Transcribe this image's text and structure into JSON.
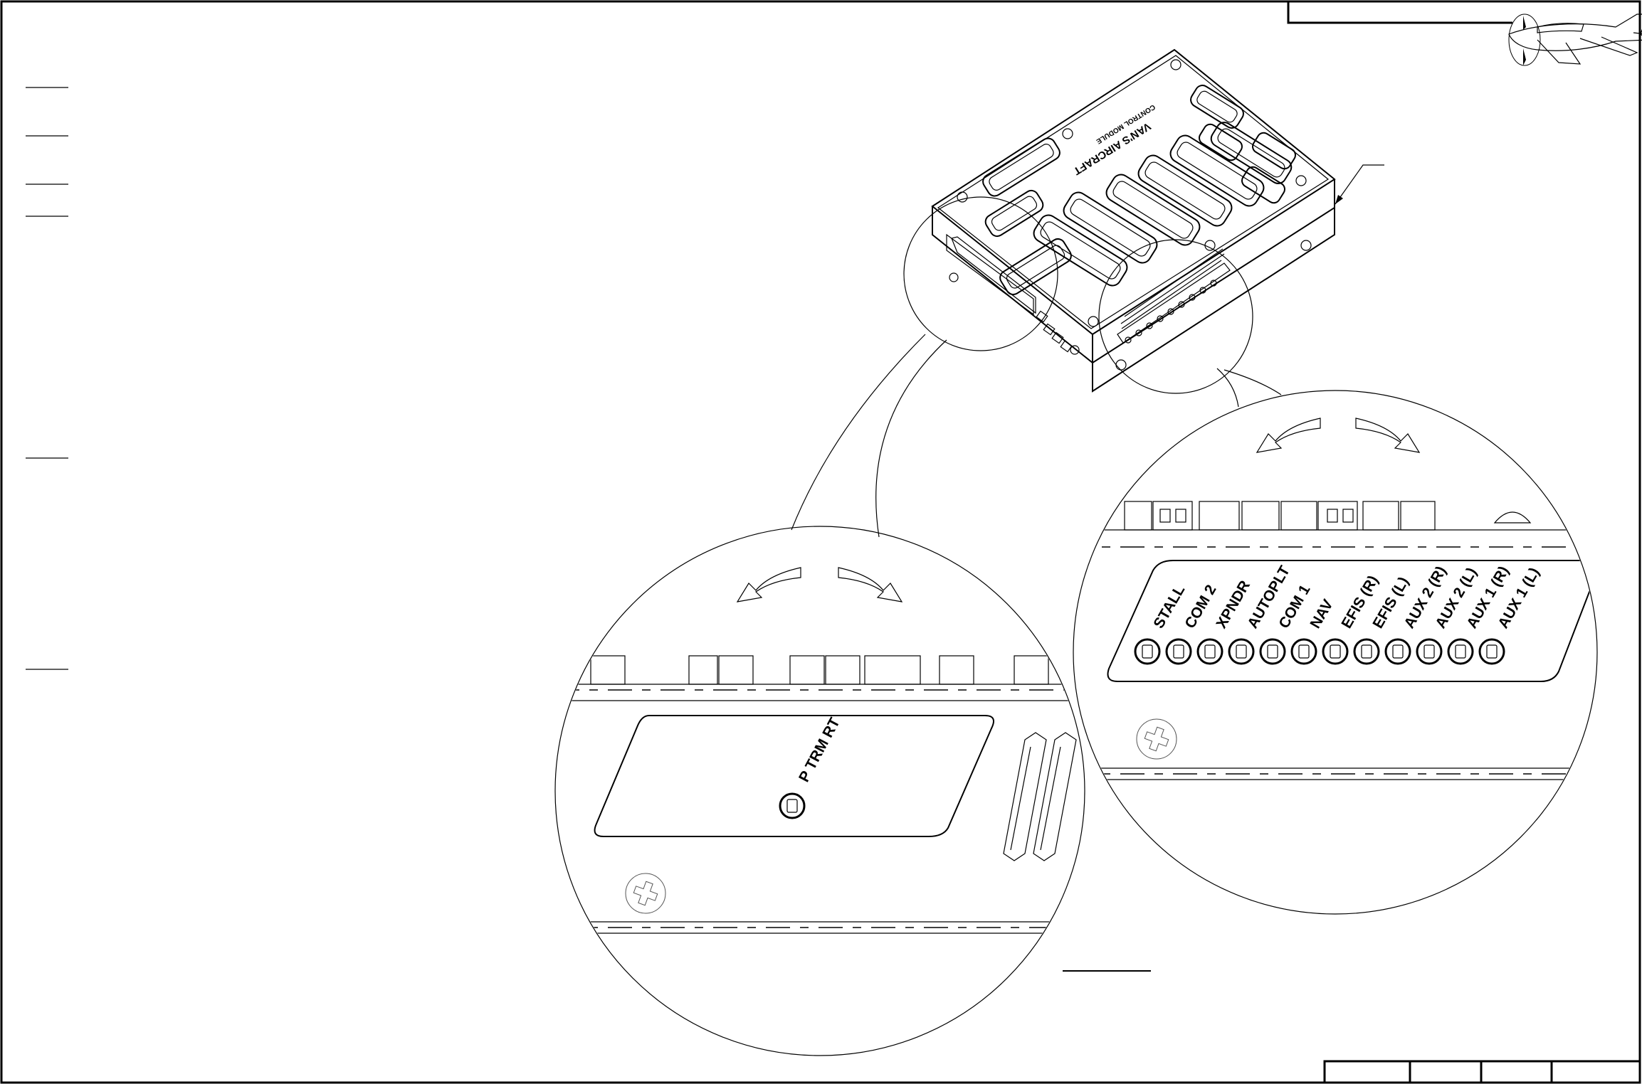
{
  "drawing": {
    "module_markings": {
      "brand": "VAN'S AIRCRAFT",
      "subtitle": "CONTROL MODULE"
    },
    "detail_left": {
      "label": "P TRM RT"
    },
    "detail_right": {
      "labels": [
        "STALL",
        "COM 2",
        "XPNDR",
        "AUTOPLT",
        "COM 1",
        "NAV",
        "EFIS (R)",
        "EFIS (L)",
        "AUX 2 (R)",
        "AUX 2 (L)",
        "AUX 1 (R)",
        "AUX 1 (L)"
      ]
    },
    "icons": {
      "rotate_left": "rotate-counterclockwise-arrow-icon",
      "rotate_right": "rotate-clockwise-arrow-icon",
      "screw": "phillips-screw-icon",
      "aircraft": "aircraft-logo-icon"
    }
  }
}
